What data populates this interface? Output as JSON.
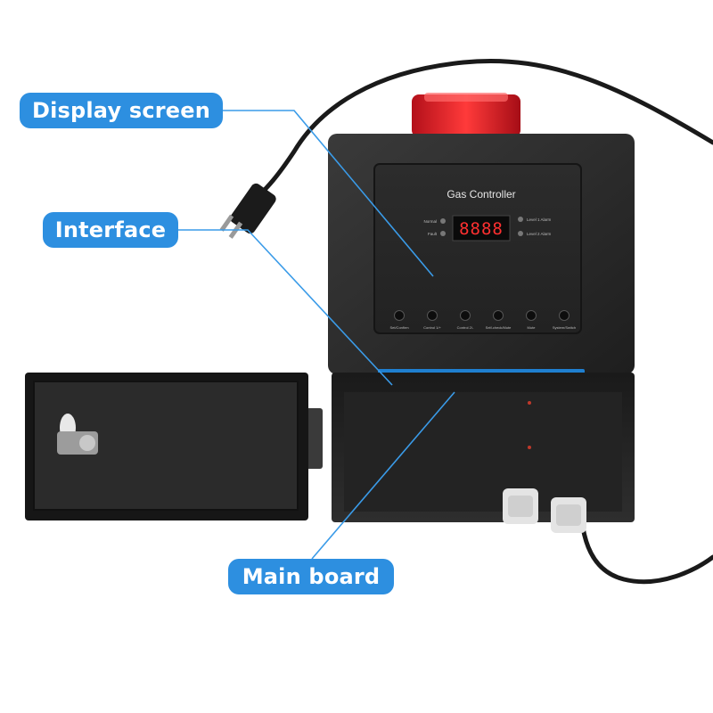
{
  "callouts": {
    "display_screen": "Display screen",
    "interface": "Interface",
    "main_board": "Main board"
  },
  "device": {
    "title": "Gas Controller",
    "readout": "8888",
    "left_indicators": [
      "Normal",
      "Fault"
    ],
    "right_indicators": [
      "Level 1 Alarm",
      "Level 2 Alarm"
    ],
    "buttons": [
      "Set/Confirm",
      "Control 1/+",
      "Control 2/-",
      "Self-check/Mute",
      "Mute",
      "System/Switch"
    ]
  },
  "colors": {
    "callout_bg": "#2d8fe0",
    "leader_line": "#3a9be8",
    "enclosure": "#2b2b2b",
    "strobe": "#e0212b",
    "terminal_block": "#1f7fd0",
    "display_digits": "#ff3030"
  }
}
